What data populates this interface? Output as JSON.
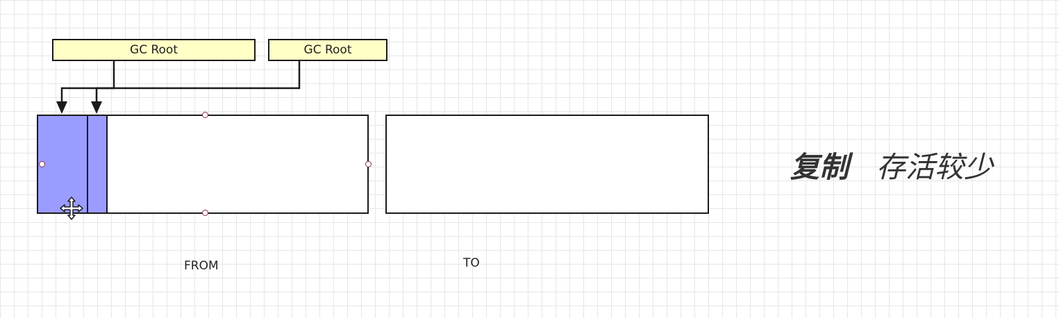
{
  "gc_roots": [
    "GC Root",
    "GC Root"
  ],
  "spaces": {
    "from_label": "FROM",
    "to_label": "TO"
  },
  "heading": {
    "primary": "复制",
    "secondary": "存活较少"
  },
  "colors": {
    "gc_root_fill": "#ffffc6",
    "live_object_fill": "#9a9cff",
    "grid_line": "#e6e6e6",
    "stroke": "#1a1a1a"
  },
  "icons": {
    "cursor": "move-cursor-icon",
    "selection": "selection-handle-icon"
  }
}
